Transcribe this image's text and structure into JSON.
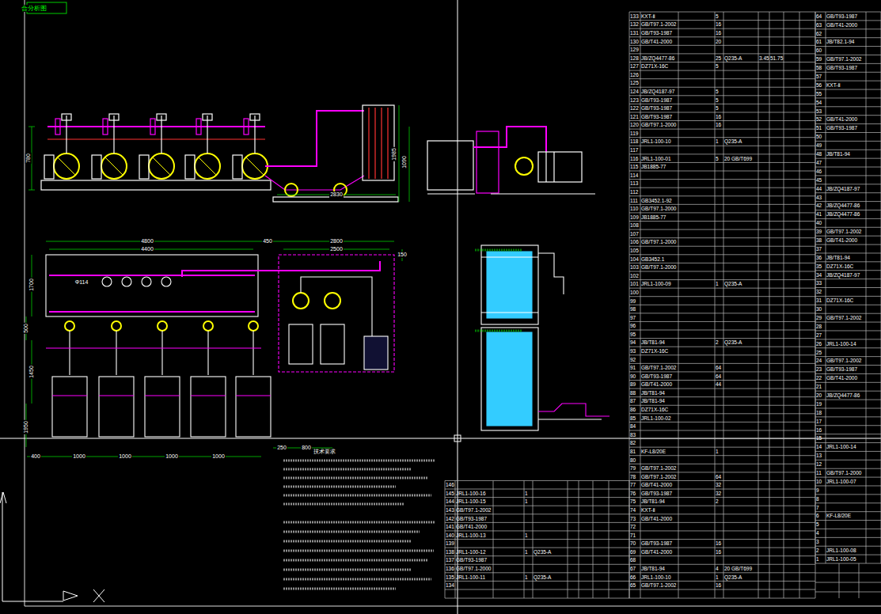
{
  "diagram": {
    "labels": [
      "合分析图",
      "780",
      "1985",
      "1090",
      "2830",
      "4800",
      "4400",
      "450",
      "2800",
      "2500",
      "150",
      "1700",
      "500",
      "1450",
      "1950",
      "250",
      "800",
      "400",
      "1000",
      "1000",
      "1000",
      "1000",
      "Φ114",
      "技术要求",
      "133",
      "KXT-Ⅱ",
      "5",
      "132",
      "GB/T97.1-2002",
      "16",
      "131",
      "GB/T93-1987",
      "16",
      "130",
      "GB/T41-2000",
      "20",
      "129",
      "128",
      "JB/ZQ4477-86",
      "25",
      "Q235-A",
      "3.45",
      "51.75",
      "127",
      "DZ71X-16C",
      "5",
      "126",
      "125",
      "124",
      "JB/ZQ4187-97",
      "5",
      "123",
      "GB/T93-1987",
      "5",
      "122",
      "GB/T93-1987",
      "5",
      "121",
      "GB/T93-1987",
      "16",
      "120",
      "GB/T97.1-2000",
      "16",
      "119",
      "118",
      "JRL1-100-10",
      "1",
      "Q235-A",
      "117",
      "116",
      "JRL1-100-01",
      "5",
      "20 GB/T699",
      "115",
      "JB1885-77",
      "114",
      "113",
      "112",
      "111",
      "GB3452.1-92",
      "110",
      "GB/T97.1-2000",
      "109",
      "JB1885-77",
      "108",
      "107",
      "106",
      "GB/T97.1-2000",
      "105",
      "104",
      "GB3452.1",
      "103",
      "GB/T97.1-2000",
      "102",
      "101",
      "JRL1-100-09",
      "1",
      "Q235-A",
      "100",
      "99",
      "98",
      "97",
      "96",
      "95",
      "94",
      "JB/T81-94",
      "2",
      "Q235-A",
      "93",
      "DZ71X-16C",
      "92",
      "91",
      "GB/T97.1-2002",
      "64",
      "90",
      "GB/T93-1987",
      "64",
      "89",
      "GB/T41-2000",
      "44",
      "88",
      "JB/T81-94",
      "87",
      "JB/T81-94",
      "86",
      "DZ71X-16C",
      "85",
      "JRL1-100-02",
      "84",
      "83",
      "82",
      "81",
      "KF-L8/20E",
      "1",
      "80",
      "79",
      "GB/T97.1-2002",
      "78",
      "GB/T97.1-2002",
      "64",
      "77",
      "GB/T41-2000",
      "32",
      "76",
      "GB/T93-1987",
      "32",
      "75",
      "JB/T81-94",
      "2",
      "74",
      "KXT-Ⅱ",
      "73",
      "GB/T41-2000",
      "72",
      "71",
      "70",
      "GB/T93-1987",
      "16",
      "69",
      "GB/T41-2000",
      "16",
      "68",
      "67",
      "JB/T81-94",
      "4",
      "20 GB/T699",
      "66",
      "JRL1-100-10",
      "1",
      "Q235-A",
      "65",
      "GB/T97.1-2002",
      "16",
      "146",
      "145",
      "JRL1-100-16",
      "1",
      "144",
      "JRL1-100-15",
      "1",
      "143",
      "GB/T97.1-2002",
      "142",
      "GB/T93-1987",
      "141",
      "GB/T41-2000",
      "140",
      "JRL1-100-13",
      "1",
      "139",
      "138",
      "JRL1-100-12",
      "1",
      "Q235-A",
      "137",
      "GB/T93-1987",
      "136",
      "GB/T97.1-2000",
      "135",
      "JRL1-100-11",
      "1",
      "Q235-A",
      "134",
      "64",
      "GB/T93-1987",
      "63",
      "GB/T41-2000",
      "62",
      "61",
      "JB/T82.1-94",
      "60",
      "59",
      "GB/T97.1-2002",
      "58",
      "GB/T93-1987",
      "57",
      "56",
      "KXT-Ⅱ",
      "55",
      "54",
      "53",
      "52",
      "GB/T41-2000",
      "51",
      "GB/T93-1987",
      "50",
      "49",
      "48",
      "JB/T81-94",
      "47",
      "46",
      "45",
      "44",
      "JB/ZQ4187-97",
      "43",
      "42",
      "JB/ZQ4477-86",
      "41",
      "JB/ZQ4477-86",
      "40",
      "39",
      "GB/T97.1-2002",
      "38",
      "GB/T41-2000",
      "37",
      "36",
      "JB/T81-94",
      "35",
      "DZ71X-16C",
      "34",
      "JB/ZQ4187-97",
      "33",
      "32",
      "31",
      "DZ71X-16C",
      "30",
      "29",
      "GB/T97.1-2002",
      "28",
      "27",
      "26",
      "JRL1-100-14",
      "25",
      "24",
      "GB/T97.1-2002",
      "23",
      "GB/T93-1987",
      "22",
      "GB/T41-2000",
      "21",
      "20",
      "JB/ZQ4477-86",
      "19",
      "18",
      "17",
      "16",
      "15",
      "14",
      "JRL1-100-14",
      "13",
      "12",
      "11",
      "GB/T97.1-2000",
      "10",
      "JRL1-100-07",
      "9",
      "8",
      "7",
      "6",
      "KF-L8/20E",
      "5",
      "4",
      "3",
      "2",
      "JRL1-100-08",
      "1",
      "JRL1-100-05"
    ]
  }
}
